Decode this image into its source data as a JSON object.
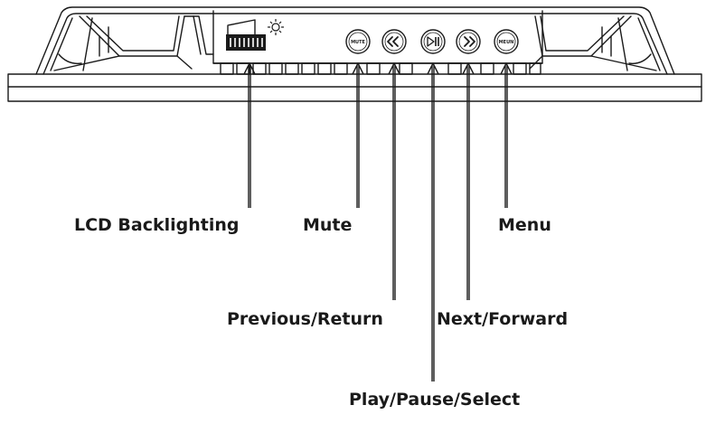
{
  "device": {
    "buttons": [
      {
        "id": "mute",
        "label": "MUTE",
        "icon": "mute-text"
      },
      {
        "id": "previous",
        "label": "",
        "icon": "double-chevron-left-icon"
      },
      {
        "id": "play",
        "label": "",
        "icon": "play-pause-icon"
      },
      {
        "id": "next",
        "label": "",
        "icon": "double-chevron-right-icon"
      },
      {
        "id": "menu",
        "label": "MEUN",
        "icon": "menu-text"
      }
    ],
    "backlight_icon": "sun-icon",
    "backlight_control": "scroll-wheel"
  },
  "callouts": {
    "lcd": "LCD Backlighting",
    "mute": "Mute",
    "menu": "Menu",
    "previous": "Previous/Return",
    "next": "Next/Forward",
    "play": "Play/Pause/Select"
  },
  "colors": {
    "line": "#1a1a1a",
    "background": "#ffffff"
  }
}
